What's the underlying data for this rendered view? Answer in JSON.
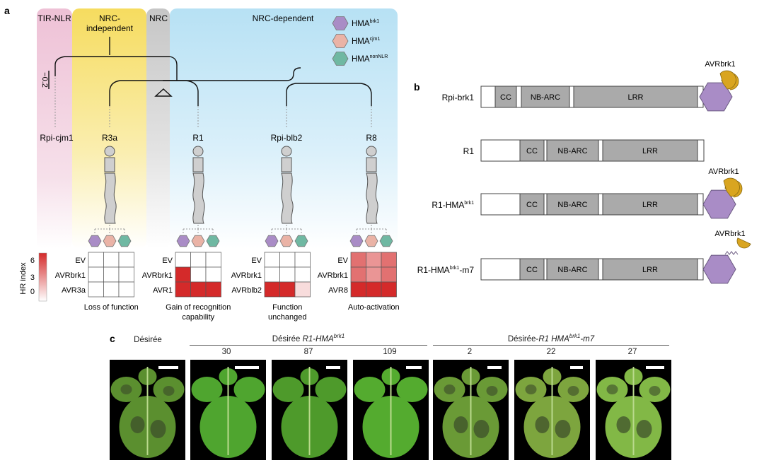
{
  "panel_labels": {
    "a": "a",
    "b": "b",
    "c": "c"
  },
  "panel_a": {
    "clades": [
      {
        "label": "TIR-NLR"
      },
      {
        "label": "NRC-\nindependent"
      },
      {
        "label": "NRC"
      },
      {
        "label": "NRC-dependent"
      }
    ],
    "scale_label": "0.2",
    "scale_sign": "−",
    "legend": [
      {
        "base": "HMA",
        "sup": "brk1",
        "color": "#a98cc6"
      },
      {
        "base": "HMA",
        "sup": "cjm1",
        "color": "#eab3a6"
      },
      {
        "base": "HMA",
        "sup": "nonNLR",
        "color": "#6fb8a2"
      }
    ],
    "leaves": [
      "Rpi-cjm1",
      "R3a",
      "R1",
      "Rpi-blb2",
      "R8"
    ],
    "hr_index": {
      "label": "HR index",
      "ticks": [
        "6",
        "3",
        "0"
      ],
      "panels": [
        {
          "rows": [
            "EV",
            "AVRbrk1",
            "AVR3a"
          ],
          "values": [
            [
              0,
              0,
              0
            ],
            [
              0,
              0,
              0
            ],
            [
              0,
              0,
              0
            ]
          ],
          "caption": "Loss of function"
        },
        {
          "rows": [
            "EV",
            "AVRbrk1",
            "AVR1"
          ],
          "values": [
            [
              0,
              0,
              0
            ],
            [
              6,
              0,
              0
            ],
            [
              6,
              6,
              6
            ]
          ],
          "caption": "Gain of recognition\ncapability"
        },
        {
          "rows": [
            "EV",
            "AVRbrk1",
            "AVRblb2"
          ],
          "values": [
            [
              0,
              0,
              0
            ],
            [
              0,
              0,
              0
            ],
            [
              6,
              6,
              1
            ]
          ],
          "caption": "Function\nunchanged"
        },
        {
          "rows": [
            "EV",
            "AVRbrk1",
            "AVR8"
          ],
          "values": [
            [
              4,
              3,
              4
            ],
            [
              4,
              3,
              4
            ],
            [
              6,
              6,
              6
            ]
          ],
          "caption": "Auto-activation"
        }
      ]
    }
  },
  "panel_b": {
    "constructs": [
      {
        "name": "Rpi-brk1",
        "sup": "",
        "suffix": "",
        "domains": [
          "CC",
          "NB-ARC",
          "LRR"
        ],
        "hma": "HMA",
        "effector": "AVRbrk1",
        "effector_state": "bound"
      },
      {
        "name": "R1",
        "sup": "",
        "suffix": "",
        "domains": [
          "CC",
          "NB-ARC",
          "LRR"
        ],
        "hma": "",
        "effector": "",
        "effector_state": "none"
      },
      {
        "name": "R1-HMA",
        "sup": "brk1",
        "suffix": "",
        "domains": [
          "CC",
          "NB-ARC",
          "LRR"
        ],
        "hma": "HMA",
        "effector": "AVRbrk1",
        "effector_state": "bound"
      },
      {
        "name": "R1-HMA",
        "sup": "brk1",
        "suffix": "-m7",
        "domains": [
          "CC",
          "NB-ARC",
          "LRR"
        ],
        "hma": "HMA",
        "effector": "AVRbrk1",
        "effector_state": "unbound"
      }
    ]
  },
  "panel_c": {
    "group_labels": [
      {
        "prefix": "Désirée",
        "italic": "",
        "sup": "",
        "italic_tail": ""
      },
      {
        "prefix": "Désirée ",
        "italic": "R1-HMA",
        "sup": "brk1",
        "italic_tail": ""
      },
      {
        "prefix": "Désirée-",
        "italic": "R1 HMA",
        "sup": "brk1",
        "italic_tail": "-m7"
      }
    ],
    "lines": [
      "30",
      "87",
      "109",
      "2",
      "22",
      "27"
    ]
  },
  "colors": {
    "tir": "#f1c9dc",
    "nrc_ind": "#f6df6e",
    "nrc": "#c9c9c9",
    "nrc_dep": "#bfe4f5",
    "domain": "#aaaaaa",
    "hma": "#a98cc6",
    "effector": "#d9a520",
    "hr_high": "#d42a2a"
  }
}
